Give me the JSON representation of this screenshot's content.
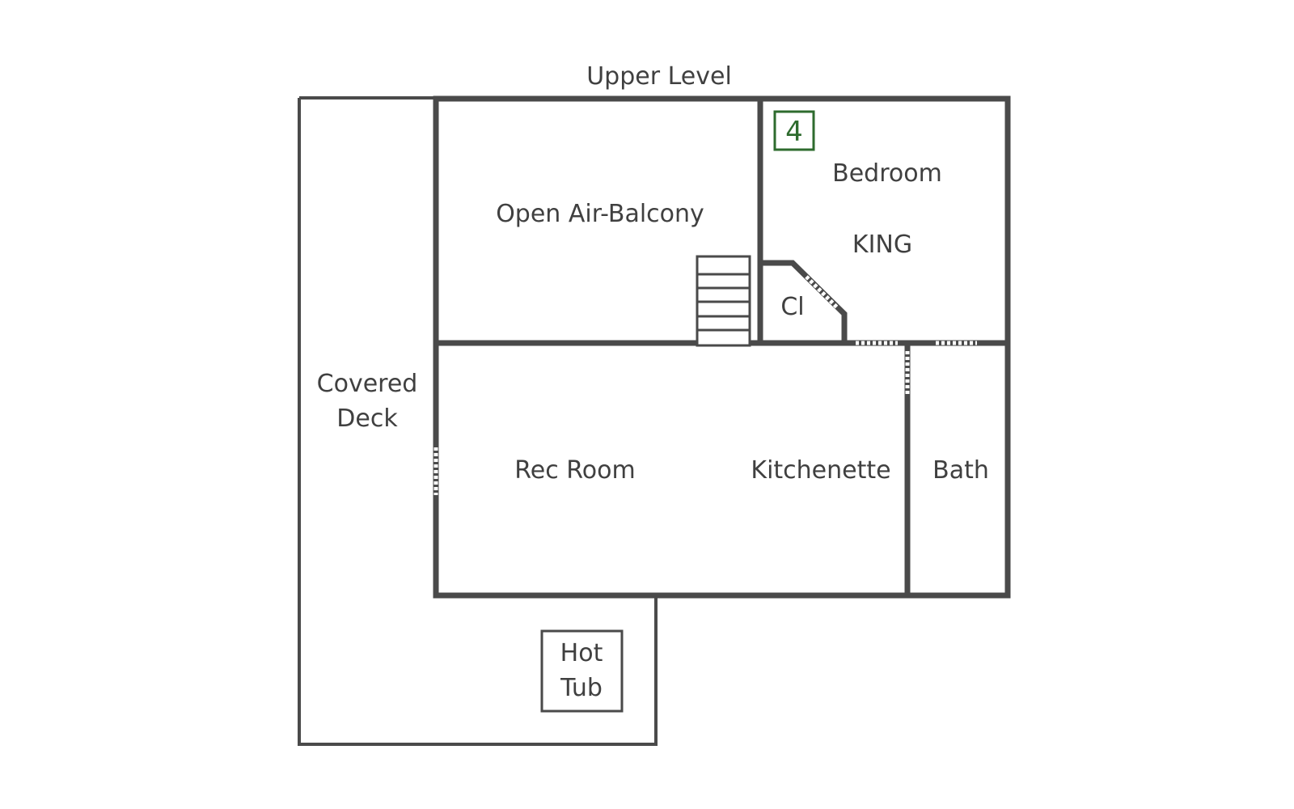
{
  "title": "Upper Level",
  "rooms": {
    "covered_deck": [
      "Covered",
      "Deck"
    ],
    "open_air_balcony": "Open Air-Balcony",
    "bedroom": "Bedroom",
    "bed_size": "KING",
    "closet": "Cl",
    "rec_room": "Rec Room",
    "kitchenette": "Kitchenette",
    "bath": "Bath",
    "hot_tub": [
      "Hot",
      "Tub"
    ]
  },
  "bedroom_number": "4",
  "colors": {
    "wall": "#4a4a4a",
    "text": "#404040",
    "badge": "#2e6b2e"
  }
}
